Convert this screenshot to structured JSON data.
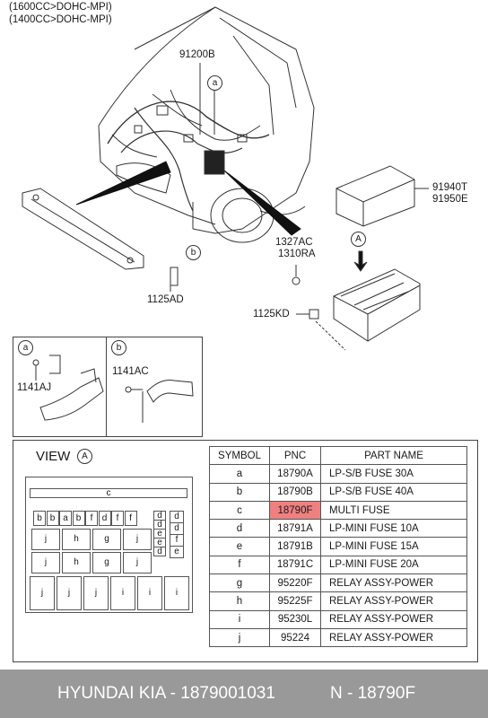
{
  "header": {
    "line1": "(1600CC>DOHC-MPI)",
    "line2": "(1400CC>DOHC-MPI)"
  },
  "callouts": {
    "harness": "91200B",
    "box": "91940T",
    "box2": "91950E",
    "nut1": "1327AC",
    "nut2": "1310RA",
    "bolt_left": "1125AD",
    "bolt_right": "1125KD",
    "view_letter": "A",
    "a": "a",
    "b": "b"
  },
  "insets": {
    "a_letter": "a",
    "a_part": "1141AJ",
    "b_letter": "b",
    "b_part": "1141AC"
  },
  "view": {
    "title": "VIEW",
    "letter": "A",
    "top_cell": "c",
    "row1": [
      "b",
      "b",
      "a",
      "b",
      "f",
      "d",
      "f",
      "f"
    ],
    "right_col1": [
      "d",
      "d",
      "e",
      "e",
      "d"
    ],
    "right_col2": [
      "d",
      "d",
      "f",
      "e"
    ],
    "grid_rows": [
      [
        "j",
        "h",
        "g",
        "j"
      ],
      [
        "j",
        "h",
        "g",
        "j"
      ]
    ],
    "bottom_row": [
      "j",
      "j",
      "j",
      "i",
      "i",
      "i"
    ]
  },
  "table": {
    "headers": [
      "SYMBOL",
      "PNC",
      "PART NAME"
    ],
    "rows": [
      {
        "symbol": "a",
        "pnc": "18790A",
        "name": "LP-S/B FUSE 30A",
        "highlight": false
      },
      {
        "symbol": "b",
        "pnc": "18790B",
        "name": "LP-S/B FUSE 40A",
        "highlight": false
      },
      {
        "symbol": "c",
        "pnc": "18790F",
        "name": "MULTI FUSE",
        "highlight": true
      },
      {
        "symbol": "d",
        "pnc": "18791A",
        "name": "LP-MINI FUSE 10A",
        "highlight": false
      },
      {
        "symbol": "e",
        "pnc": "18791B",
        "name": "LP-MINI FUSE 15A",
        "highlight": false
      },
      {
        "symbol": "f",
        "pnc": "18791C",
        "name": "LP-MINI FUSE 20A",
        "highlight": false
      },
      {
        "symbol": "g",
        "pnc": "95220F",
        "name": "RELAY ASSY-POWER",
        "highlight": false
      },
      {
        "symbol": "h",
        "pnc": "95225F",
        "name": "RELAY ASSY-POWER",
        "highlight": false
      },
      {
        "symbol": "i",
        "pnc": "95230L",
        "name": "RELAY ASSY-POWER",
        "highlight": false
      },
      {
        "symbol": "j",
        "pnc": "95224",
        "name": "RELAY ASSY-POWER",
        "highlight": false
      }
    ]
  },
  "footer": {
    "left": "HYUNDAI  KIA - 1879001031",
    "right": "N - 18790F"
  },
  "colors": {
    "highlight": "#f08080",
    "footer_bg": "#999999"
  }
}
